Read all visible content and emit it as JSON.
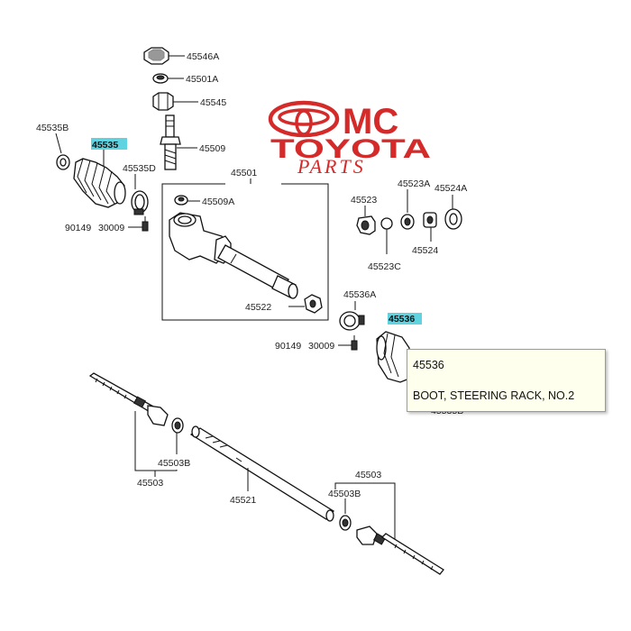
{
  "brand": {
    "mc": "MC",
    "toyota": "TOYOTA",
    "parts": "PARTS",
    "color": "#d42a2a"
  },
  "highlight_color": "#5fd3df",
  "labels": {
    "p45546A": "45546A",
    "p45501A": "45501A",
    "p45545": "45545",
    "p45535B": "45535B",
    "p45535": "45535",
    "p45509": "45509",
    "p45535D": "45535D",
    "p45501": "45501",
    "p45509A": "45509A",
    "p90149_left": "90149",
    "p30009_left": "30009",
    "p45522": "45522",
    "p45523": "45523",
    "p45523A": "45523A",
    "p45524A": "45524A",
    "p45524": "45524",
    "p45523C": "45523C",
    "p45536A": "45536A",
    "p45536": "45536",
    "p90149_right": "90149",
    "p30009_right": "30009",
    "p45503B_left": "45503B",
    "p45503_left": "45503",
    "p45521": "45521",
    "p45503_right": "45503",
    "p45503B_right": "45503B",
    "p45535_hidden": "45535B"
  },
  "tooltip": {
    "part_number": "45536",
    "description": "BOOT, STEERING RACK, NO.2"
  }
}
